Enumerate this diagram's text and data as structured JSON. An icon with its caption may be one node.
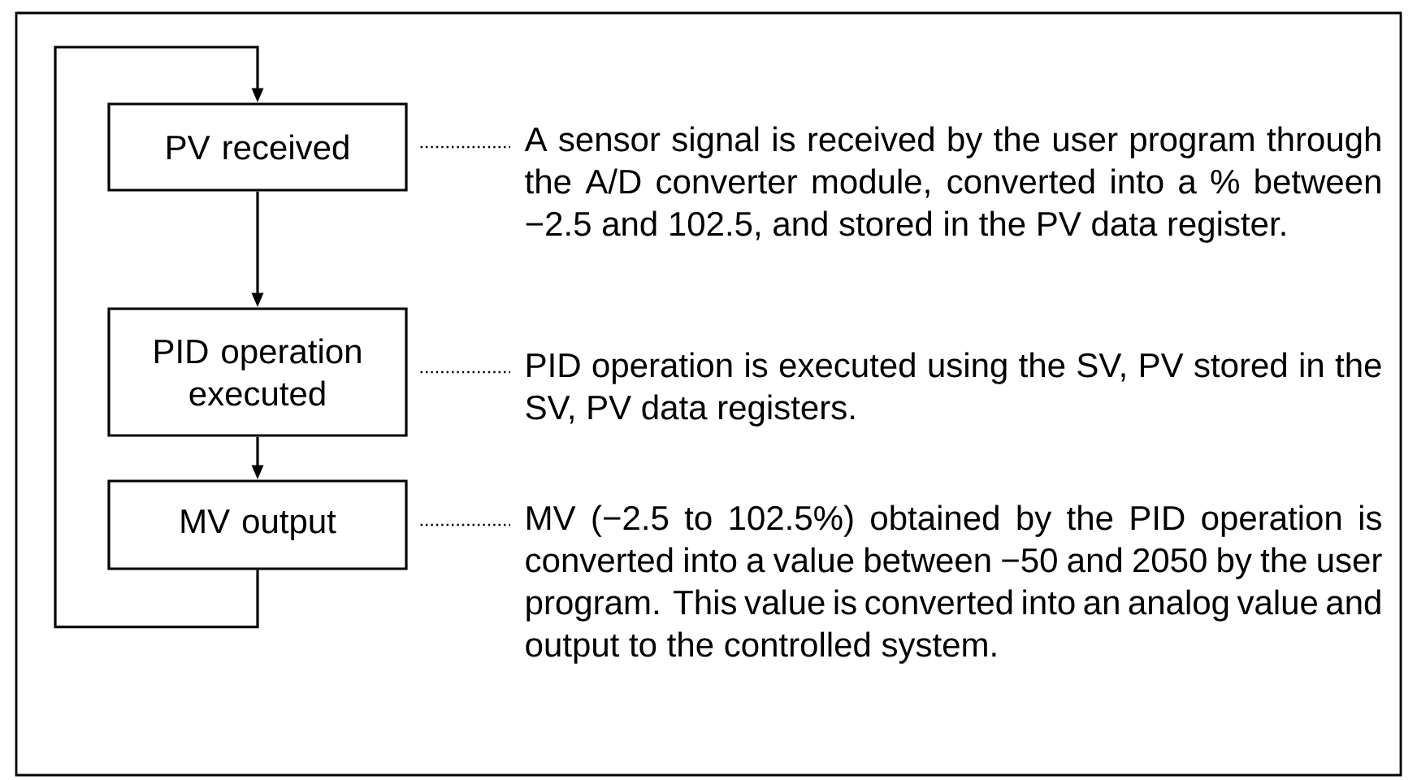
{
  "diagram": {
    "nodes": [
      {
        "text": [
          "PV received"
        ]
      },
      {
        "text": [
          "PID operation executed"
        ]
      },
      {
        "text": [
          "MV output"
        ]
      },
      {
        "text": [
          "A sensor signal is received by the user program through the A/D converter module, converted into a % between −2.5 and 102.5, and stored in the PV data register."
        ]
      },
      {
        "text": [
          "PID operation is executed using the SV, PV stored in the SV, PV data registers."
        ]
      },
      {
        "text": [
          "MV (−2.5 to 102.5%) obtained by the PID operation is converted into a value between −50 and 2050 by the user program. This value is converted into an analog value and output to the controlled system."
        ]
      }
    ],
    "edges": [
      {
        "from": 0,
        "to": 1,
        "arrow": "to"
      },
      {
        "from": 1,
        "to": 2,
        "arrow": "to"
      },
      {
        "from": 2,
        "to": 0,
        "arrow": "to"
      },
      {
        "from": 0,
        "to": 3,
        "arrow": "none",
        "style": "dashed"
      },
      {
        "from": 1,
        "to": 4,
        "arrow": "none",
        "style": "dashed"
      },
      {
        "from": 2,
        "to": 5,
        "arrow": "none",
        "style": "dashed"
      }
    ]
  }
}
